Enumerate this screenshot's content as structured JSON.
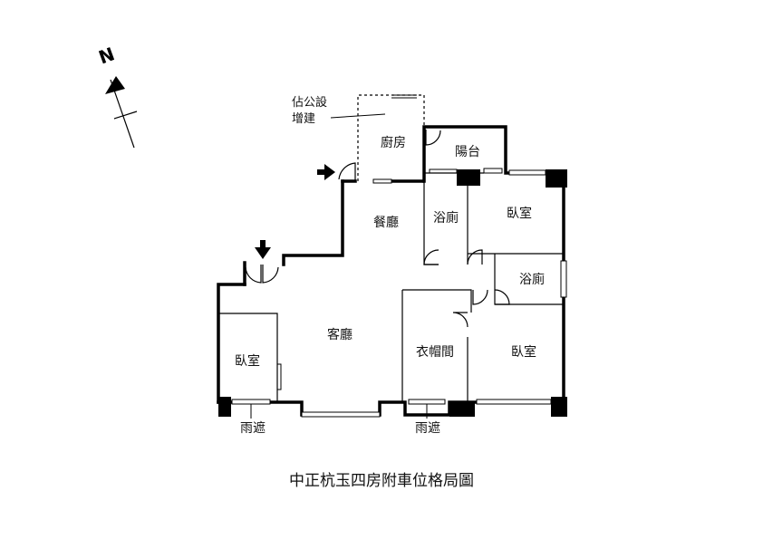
{
  "north": {
    "label": "N"
  },
  "annex_note": {
    "line1": "佔公設",
    "line2": "增建"
  },
  "rooms": {
    "kitchen": "廚房",
    "balcony": "陽台",
    "bath_left": "浴廁",
    "bath_right": "浴廁",
    "bedroom_top_right": "臥室",
    "dining": "餐廳",
    "living": "客廳",
    "closet": "衣帽間",
    "bedroom_left": "臥室",
    "bedroom_bottom_right": "臥室"
  },
  "canopy_left": "雨遮",
  "canopy_right": "雨遮",
  "caption": "中正杭玉四房附車位格局圖"
}
